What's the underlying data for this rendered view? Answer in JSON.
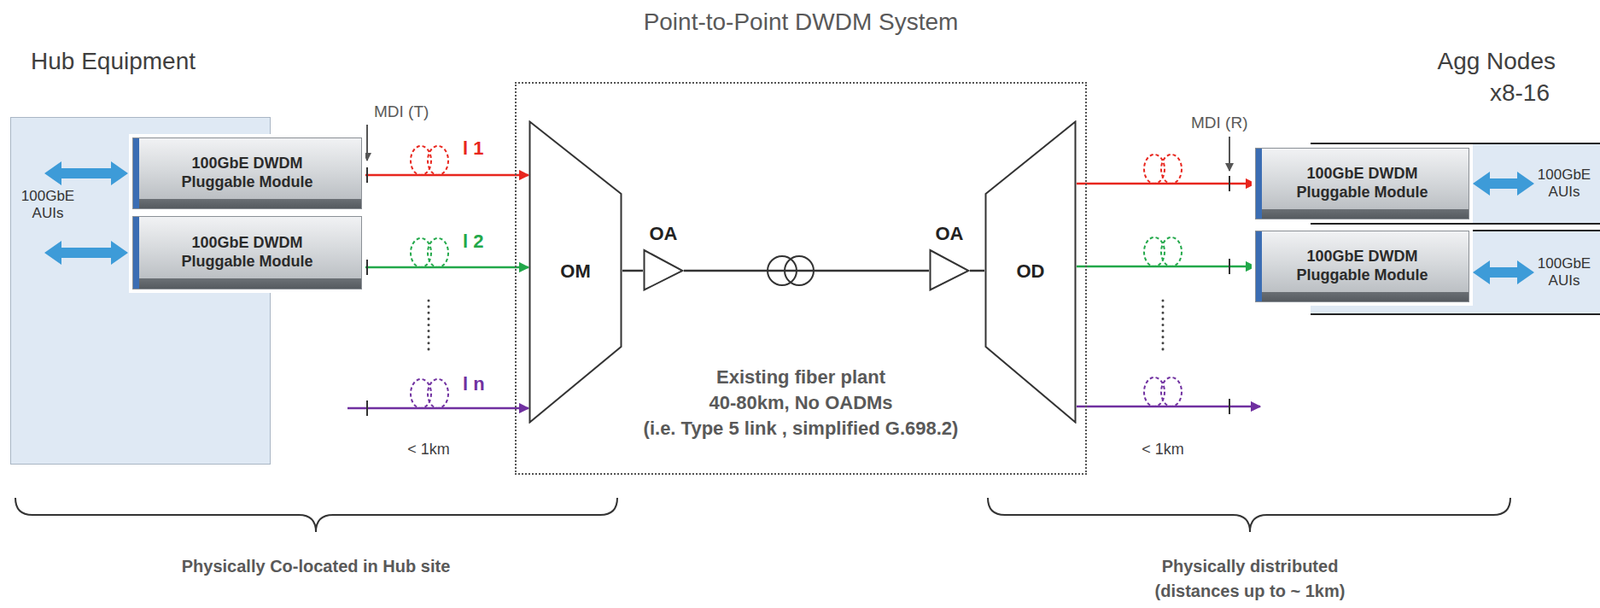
{
  "diagram": {
    "nodes": [
      {
        "text": [
          "Hub Equipment",
          "100GbE AUIs"
        ]
      },
      {
        "text": [
          "100GbE DWDM Pluggable Module"
        ]
      },
      {
        "text": [
          "100GbE DWDM Pluggable Module"
        ]
      },
      {
        "text": [
          "Point-to-Point DWDM System",
          "Existing fiber plant",
          "40-80km, No OADMs",
          "(i.e. Type 5 link , simplified G.698.2)"
        ]
      },
      {
        "text": [
          "OM"
        ],
        "in": 3
      },
      {
        "text": [
          "OA"
        ],
        "in": 3
      },
      {
        "text": [
          "OA"
        ],
        "in": 3
      },
      {
        "text": [
          "OD"
        ],
        "in": 3
      },
      {
        "text": [
          "100GbE AUIs"
        ]
      },
      {
        "text": [
          "100GbE DWDM Pluggable Module"
        ]
      },
      {
        "text": [
          "100GbE AUIs"
        ]
      },
      {
        "text": [
          "100GbE DWDM Pluggable Module"
        ]
      }
    ],
    "edges": [
      {
        "from": 1,
        "to": 4,
        "arrow": "to"
      },
      {
        "from": 2,
        "to": 4,
        "arrow": "to"
      },
      {
        "from": 4,
        "to": 5,
        "arrow": "none"
      },
      {
        "from": 5,
        "to": 6,
        "arrow": "none"
      },
      {
        "from": 6,
        "to": 7,
        "arrow": "none"
      },
      {
        "from": 7,
        "to": 9,
        "arrow": "to"
      },
      {
        "from": 7,
        "to": 11,
        "arrow": "to"
      }
    ],
    "labels": [
      "MDI (T)",
      "l 1",
      "l 2",
      "l n",
      "< 1km",
      "MDI (R)",
      "< 1km",
      "Agg Nodes",
      "x8-16",
      "Physically Co-located in Hub site",
      "Physically distributed",
      "(distances up to ~ 1km)"
    ]
  }
}
